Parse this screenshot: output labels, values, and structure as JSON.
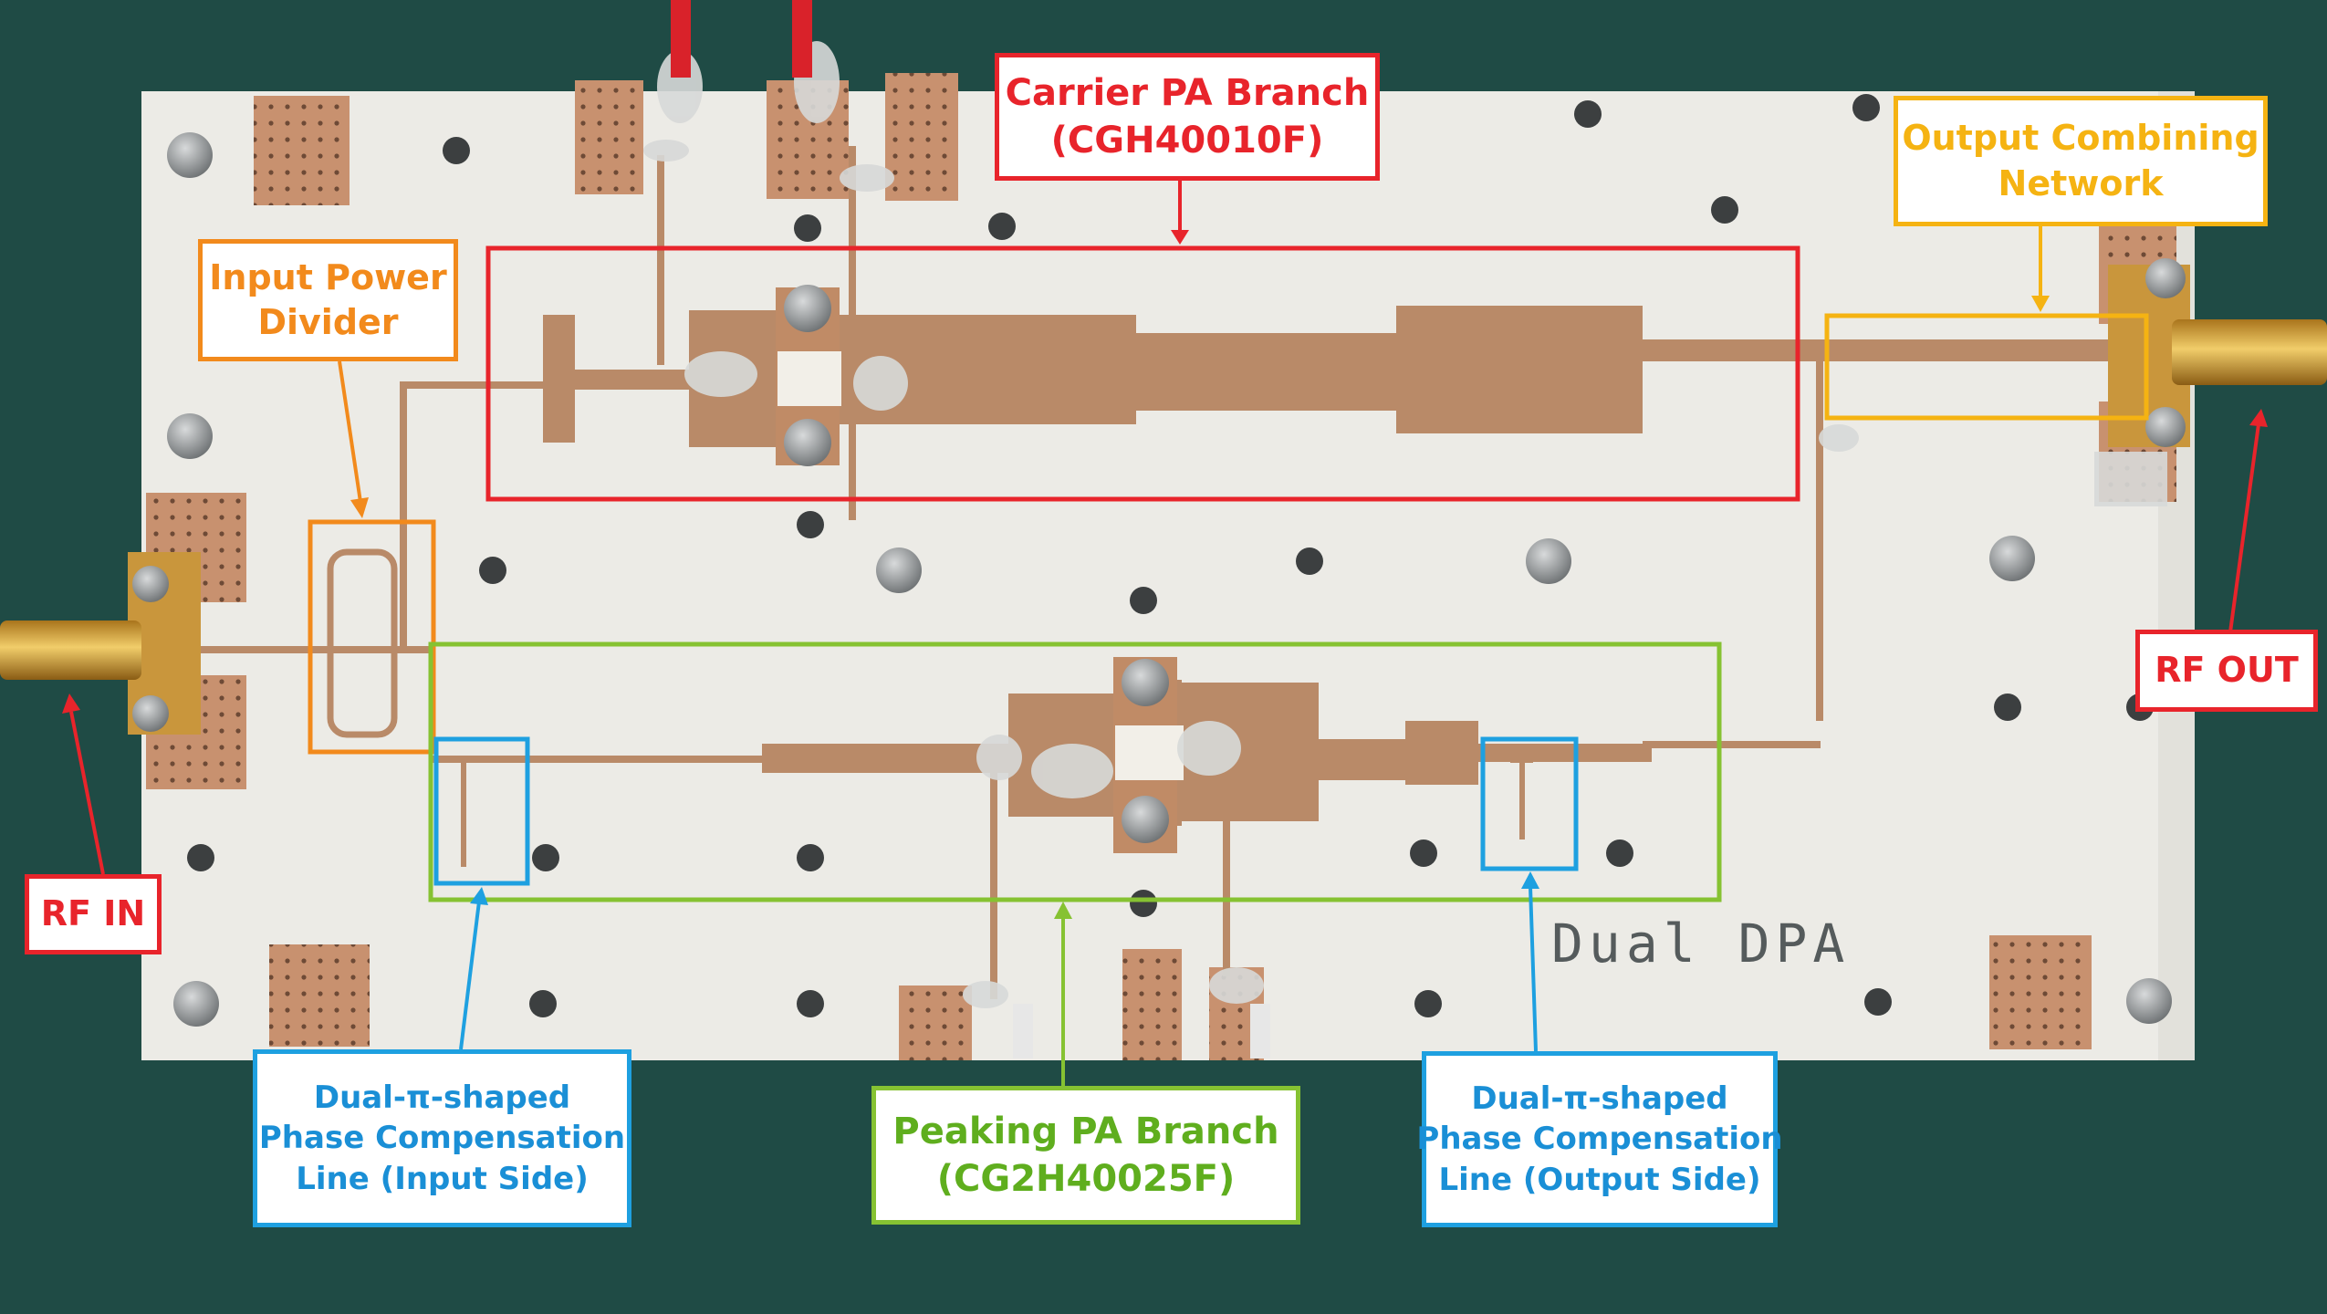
{
  "image": {
    "subject": "photo-of-pcb",
    "colors": {
      "table": "#1f4b45",
      "board": "#ecebe6",
      "copper": "#b98a68",
      "carrier": "#e8242b",
      "divider": "#f28a1c",
      "combiner": "#f5b312",
      "peaking": "#86c232",
      "compensation": "#1ea0e0"
    }
  },
  "board_silkscreen": "Dual DPA",
  "callouts": {
    "carrier_branch": {
      "line1": "Carrier PA Branch",
      "line2": "(CGH40010F)"
    },
    "output_combining": {
      "line1": "Output Combining",
      "line2": "Network"
    },
    "input_divider": {
      "line1": "Input Power",
      "line2": "Divider"
    },
    "rf_in": {
      "label": "RF IN"
    },
    "rf_out": {
      "label": "RF OUT"
    },
    "comp_input": {
      "line1": "Dual-π-shaped",
      "line2": "Phase Compensation",
      "line3": "Line (Input Side)"
    },
    "peaking_branch": {
      "line1": "Peaking PA Branch",
      "line2": "(CG2H40025F)"
    },
    "comp_output": {
      "line1": "Dual-π-shaped",
      "line2": "Phase Compensation",
      "line3": "Line (Output Side)"
    }
  }
}
